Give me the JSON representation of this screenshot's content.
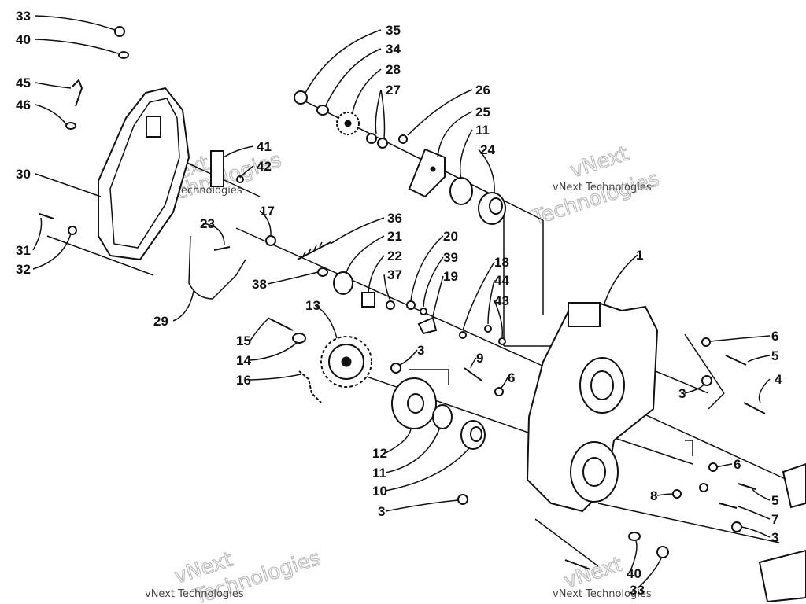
{
  "watermark": {
    "text_small": "vNext Technologies",
    "text_big_1": "vNext",
    "text_big_2": "Technologies"
  },
  "callouts": {
    "c1": "1",
    "c3a": "3",
    "c3b": "3",
    "c3c": "3",
    "c3d": "3",
    "c4": "4",
    "c5a": "5",
    "c5b": "5",
    "c6a": "6",
    "c6b": "6",
    "c6c": "6",
    "c7": "7",
    "c8": "8",
    "c9": "9",
    "c10": "10",
    "c11a": "11",
    "c11b": "11",
    "c12": "12",
    "c13": "13",
    "c14": "14",
    "c15": "15",
    "c16": "16",
    "c17": "17",
    "c18": "18",
    "c19": "19",
    "c20": "20",
    "c21": "21",
    "c22": "22",
    "c23": "23",
    "c24": "24",
    "c25": "25",
    "c26": "26",
    "c27": "27",
    "c28": "28",
    "c29": "29",
    "c30": "30",
    "c31": "31",
    "c32": "32",
    "c33a": "33",
    "c33b": "33",
    "c34": "34",
    "c35": "35",
    "c36": "36",
    "c37": "37",
    "c38": "38",
    "c39": "39",
    "c40a": "40",
    "c40b": "40",
    "c41": "41",
    "c42": "42",
    "c43": "43",
    "c44": "44",
    "c45": "45",
    "c46": "46"
  }
}
